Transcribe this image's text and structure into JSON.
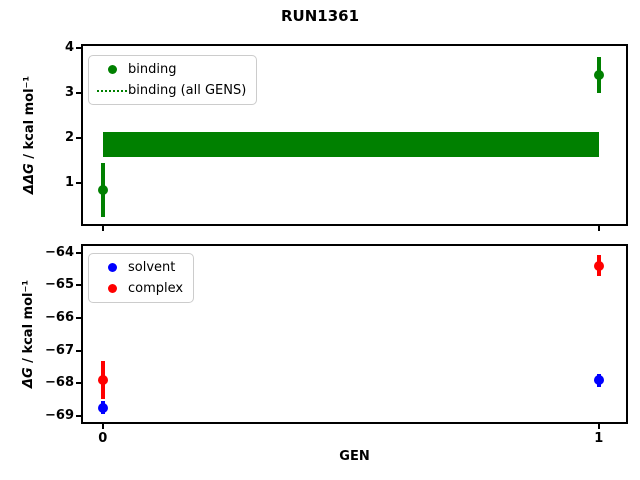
{
  "figure": {
    "title": "RUN1361",
    "background": "#ffffff"
  },
  "chart_data": [
    {
      "type": "scatter",
      "name": "binding-free-energy-panel",
      "ylabel_math": "ΔΔG",
      "ylabel_unit": " / kcal mol⁻¹",
      "xlim": [
        -0.04,
        1.055
      ],
      "ylim": [
        0.1,
        4.05
      ],
      "grid": false,
      "yticks": [
        {
          "v": 1,
          "label": "1"
        },
        {
          "v": 2,
          "label": "2"
        },
        {
          "v": 3,
          "label": "3"
        },
        {
          "v": 4,
          "label": "4"
        }
      ],
      "xticks": [
        {
          "v": 0,
          "label": ""
        },
        {
          "v": 1,
          "label": ""
        }
      ],
      "series": [
        {
          "name": "binding",
          "color": "#008000",
          "x": [
            0,
            1
          ],
          "y": [
            0.85,
            3.41
          ],
          "yerr": [
            0.6,
            0.4
          ]
        }
      ],
      "band": {
        "name": "binding (all GENS)",
        "color": "#008000",
        "x_start": 0,
        "x_end": 1,
        "y_center": 1.87,
        "y_half": 0.28
      },
      "legend": {
        "position": "upper-left",
        "entries": [
          {
            "marker": "dot",
            "color": "#008000",
            "label": "binding"
          },
          {
            "marker": "dotted-line",
            "color": "#008000",
            "label": "binding (all GENS)"
          }
        ]
      }
    },
    {
      "type": "scatter",
      "name": "component-free-energy-panel",
      "xlabel": "GEN",
      "ylabel_math": "ΔG",
      "ylabel_unit": " / kcal mol⁻¹",
      "xlim": [
        -0.04,
        1.055
      ],
      "ylim": [
        -69.18,
        -63.8
      ],
      "grid": false,
      "yticks": [
        {
          "v": -64,
          "label": "−64"
        },
        {
          "v": -65,
          "label": "−65"
        },
        {
          "v": -66,
          "label": "−66"
        },
        {
          "v": -67,
          "label": "−67"
        },
        {
          "v": -68,
          "label": "−68"
        },
        {
          "v": -69,
          "label": "−69"
        }
      ],
      "xticks": [
        {
          "v": 0,
          "label": "0"
        },
        {
          "v": 1,
          "label": "1"
        }
      ],
      "series": [
        {
          "name": "solvent",
          "color": "#0000ff",
          "x": [
            0,
            1
          ],
          "y": [
            -68.75,
            -67.9
          ],
          "yerr": [
            0.2,
            0.2
          ]
        },
        {
          "name": "complex",
          "color": "#ff0000",
          "x": [
            0,
            1
          ],
          "y": [
            -67.9,
            -64.4
          ],
          "yerr": [
            0.57,
            0.33
          ]
        }
      ],
      "legend": {
        "position": "upper-left",
        "entries": [
          {
            "marker": "dot",
            "color": "#0000ff",
            "label": "solvent"
          },
          {
            "marker": "dot",
            "color": "#ff0000",
            "label": "complex"
          }
        ]
      }
    }
  ]
}
